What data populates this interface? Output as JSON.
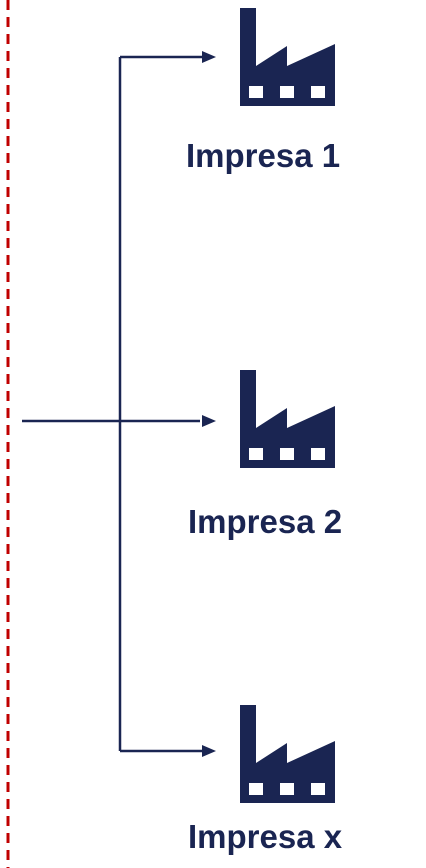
{
  "colors": {
    "navy": "#1a2552",
    "border_dash": "#c00000",
    "window": "#ffffff"
  },
  "factories": [
    {
      "label": "Impresa 1",
      "icon": "factory-icon"
    },
    {
      "label": "Impresa 2",
      "icon": "factory-icon"
    },
    {
      "label": "Impresa x",
      "icon": "factory-icon"
    }
  ]
}
